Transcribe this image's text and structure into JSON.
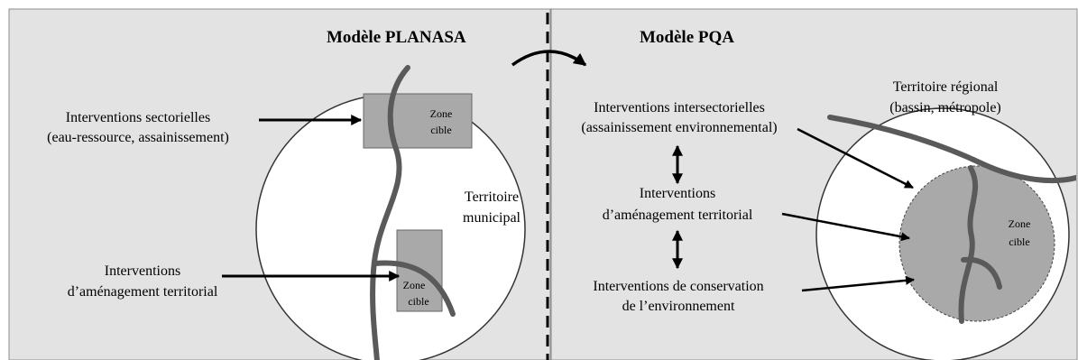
{
  "colors": {
    "panel": "#e3e3e3",
    "panel_border": "#8c8c8c",
    "river": "#5a5a5a",
    "target_zone": "#a9a9a9",
    "text": "#000000"
  },
  "left": {
    "title": "Modèle PLANASA",
    "territory": [
      "Territoire",
      "municipal"
    ],
    "zone_top": [
      "Zone",
      "cible"
    ],
    "zone_bottom": [
      "Zone",
      "cible"
    ],
    "label_sectorial": [
      "Interventions sectorielles",
      "(eau-ressource, assainissement)"
    ],
    "label_amenagement": [
      "Interventions",
      "d’aménagement territorial"
    ]
  },
  "right": {
    "title": "Modèle PQA",
    "territory": [
      "Territoire régional",
      "(bassin, métropole)"
    ],
    "zone": [
      "Zone",
      "cible"
    ],
    "label_intersectorial": [
      "Interventions intersectorielles",
      "(assainissement environnemental)"
    ],
    "label_amenagement": [
      "Interventions",
      "d’aménagement territorial"
    ],
    "label_conservation": [
      "Interventions de conservation",
      "de l’environnement"
    ]
  }
}
